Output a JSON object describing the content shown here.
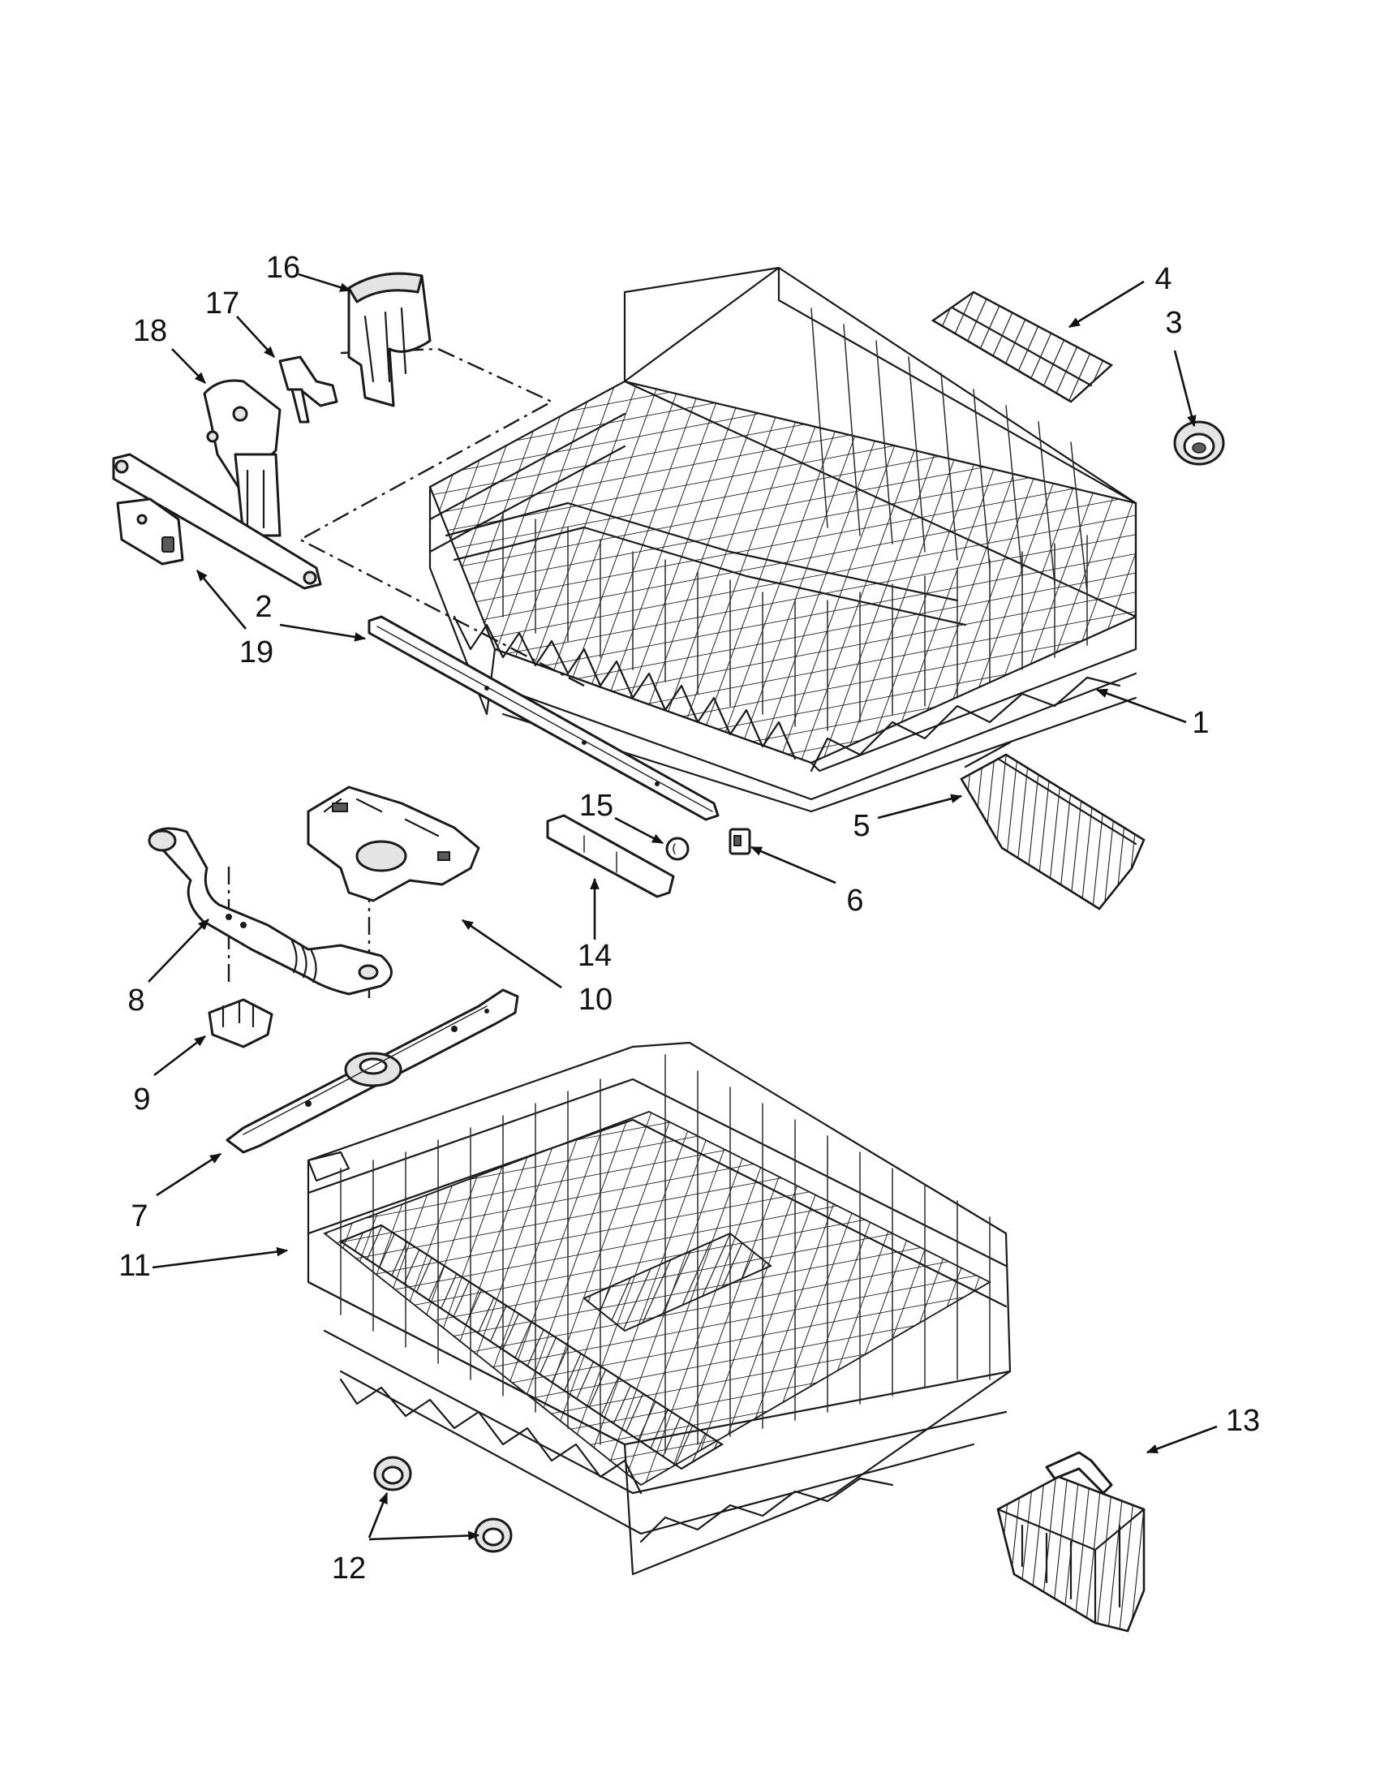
{
  "diagram": {
    "type": "exploded-parts-diagram",
    "callouts": [
      {
        "id": "c1",
        "label": "1"
      },
      {
        "id": "c2",
        "label": "2"
      },
      {
        "id": "c3",
        "label": "3"
      },
      {
        "id": "c4",
        "label": "4"
      },
      {
        "id": "c5",
        "label": "5"
      },
      {
        "id": "c6",
        "label": "6"
      },
      {
        "id": "c7",
        "label": "7"
      },
      {
        "id": "c8",
        "label": "8"
      },
      {
        "id": "c9",
        "label": "9"
      },
      {
        "id": "c10",
        "label": "10"
      },
      {
        "id": "c11",
        "label": "11"
      },
      {
        "id": "c12",
        "label": "12"
      },
      {
        "id": "c13",
        "label": "13"
      },
      {
        "id": "c14",
        "label": "14"
      },
      {
        "id": "c15",
        "label": "15"
      },
      {
        "id": "c16",
        "label": "16"
      },
      {
        "id": "c17",
        "label": "17"
      },
      {
        "id": "c18",
        "label": "18"
      },
      {
        "id": "c19",
        "label": "19"
      }
    ]
  }
}
